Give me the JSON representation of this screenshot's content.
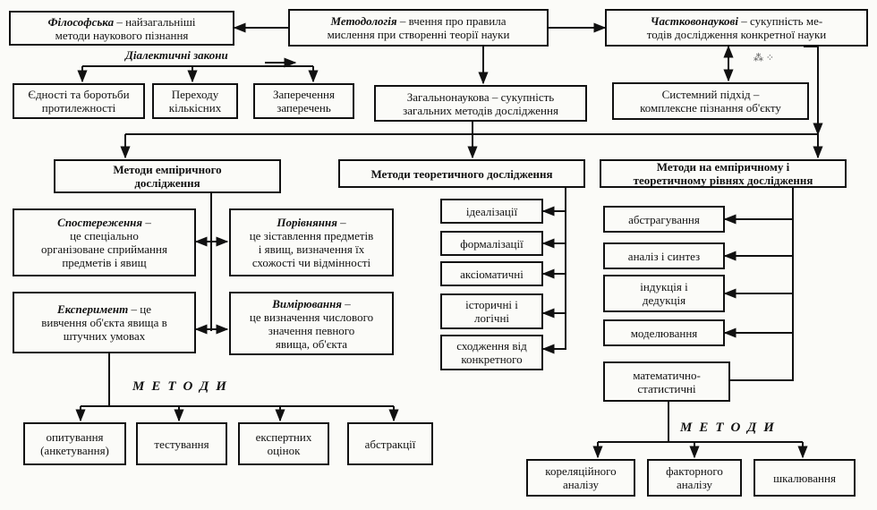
{
  "boxes": {
    "philosophical": {
      "term": "Філософська",
      "lines": [
        " – найзагальніші",
        "методи наукового пізнання"
      ]
    },
    "methodology": {
      "term": "Методологія",
      "lines": [
        " – вчення про правила",
        "мислення при створенні теорії науки"
      ]
    },
    "specific": {
      "term": "Частковонаукові",
      "lines": [
        " – сукупність ме-",
        "тодів дослідження конкретної науки"
      ]
    },
    "unity": {
      "lines": [
        "Єдності та боротьби",
        "протилежності"
      ]
    },
    "transition": {
      "lines": [
        "Переходу",
        "кількісних"
      ]
    },
    "negation": {
      "lines": [
        "Заперечення",
        "заперечень"
      ]
    },
    "general": {
      "lines": [
        "Загальнонаукова – сукупність",
        "загальних методів дослідження"
      ]
    },
    "systemic": {
      "lines": [
        "Системний підхід –",
        "комплексне пізнання об'єкту"
      ]
    },
    "empirical": {
      "lines": [
        "Методи емпіричного",
        "дослідження"
      ]
    },
    "theoretical": {
      "lines": [
        "Методи теоретичного дослідження"
      ]
    },
    "both_levels": {
      "lines": [
        "Методи на емпіричному і",
        "теоретичному рівнях дослідження"
      ]
    },
    "observation": {
      "term": "Спостереження",
      "lines": [
        " –",
        "це спеціально",
        "організоване сприймання",
        "предметів і явищ"
      ]
    },
    "comparison": {
      "term": "Порівняння",
      "lines": [
        " –",
        "це зіставлення предметів",
        "і явищ, визначення їх",
        "схожості чи відмінності"
      ]
    },
    "experiment": {
      "term": "Експеримент",
      "lines": [
        " – це",
        "вивчення об'єкта явища в",
        "штучних умовах"
      ]
    },
    "measurement": {
      "term": "Вимірювання",
      "lines": [
        " –",
        "це визначення числового",
        "значення певного",
        "явища, об'єкта"
      ]
    },
    "idealization": {
      "lines": [
        "ідеалізації"
      ]
    },
    "formalization": {
      "lines": [
        "формалізації"
      ]
    },
    "axiomatic": {
      "lines": [
        "аксіоматичні"
      ]
    },
    "historical": {
      "lines": [
        "історичні і",
        "логічні"
      ]
    },
    "ascent": {
      "lines": [
        "сходження від",
        "конкретного"
      ]
    },
    "abstraction": {
      "lines": [
        "абстрагування"
      ]
    },
    "analysis": {
      "lines": [
        "аналіз і синтез"
      ]
    },
    "induction": {
      "lines": [
        "індукція і",
        "дедукція"
      ]
    },
    "modeling": {
      "lines": [
        "моделювання"
      ]
    },
    "mathstat": {
      "lines": [
        "математично-",
        "статистичні"
      ]
    },
    "survey": {
      "lines": [
        "опитування",
        "(анкетування)"
      ]
    },
    "testing": {
      "lines": [
        "тестування"
      ]
    },
    "expert": {
      "lines": [
        "експертних",
        "оцінок"
      ]
    },
    "abstractions": {
      "lines": [
        "абстракції"
      ]
    },
    "correlation": {
      "lines": [
        "кореляційного",
        "аналізу"
      ]
    },
    "factor": {
      "lines": [
        "факторного",
        "аналізу"
      ]
    },
    "scaling": {
      "lines": [
        "шкалювання"
      ]
    }
  },
  "labels": {
    "dialectical_laws": "Діалектичні закони",
    "methods_left": "МЕТОДИ",
    "methods_right": "МЕТОДИ",
    "scan_mark": "⁂  ⁘"
  },
  "colors": {
    "ink": "#111111",
    "paper": "#fbfbf8"
  }
}
